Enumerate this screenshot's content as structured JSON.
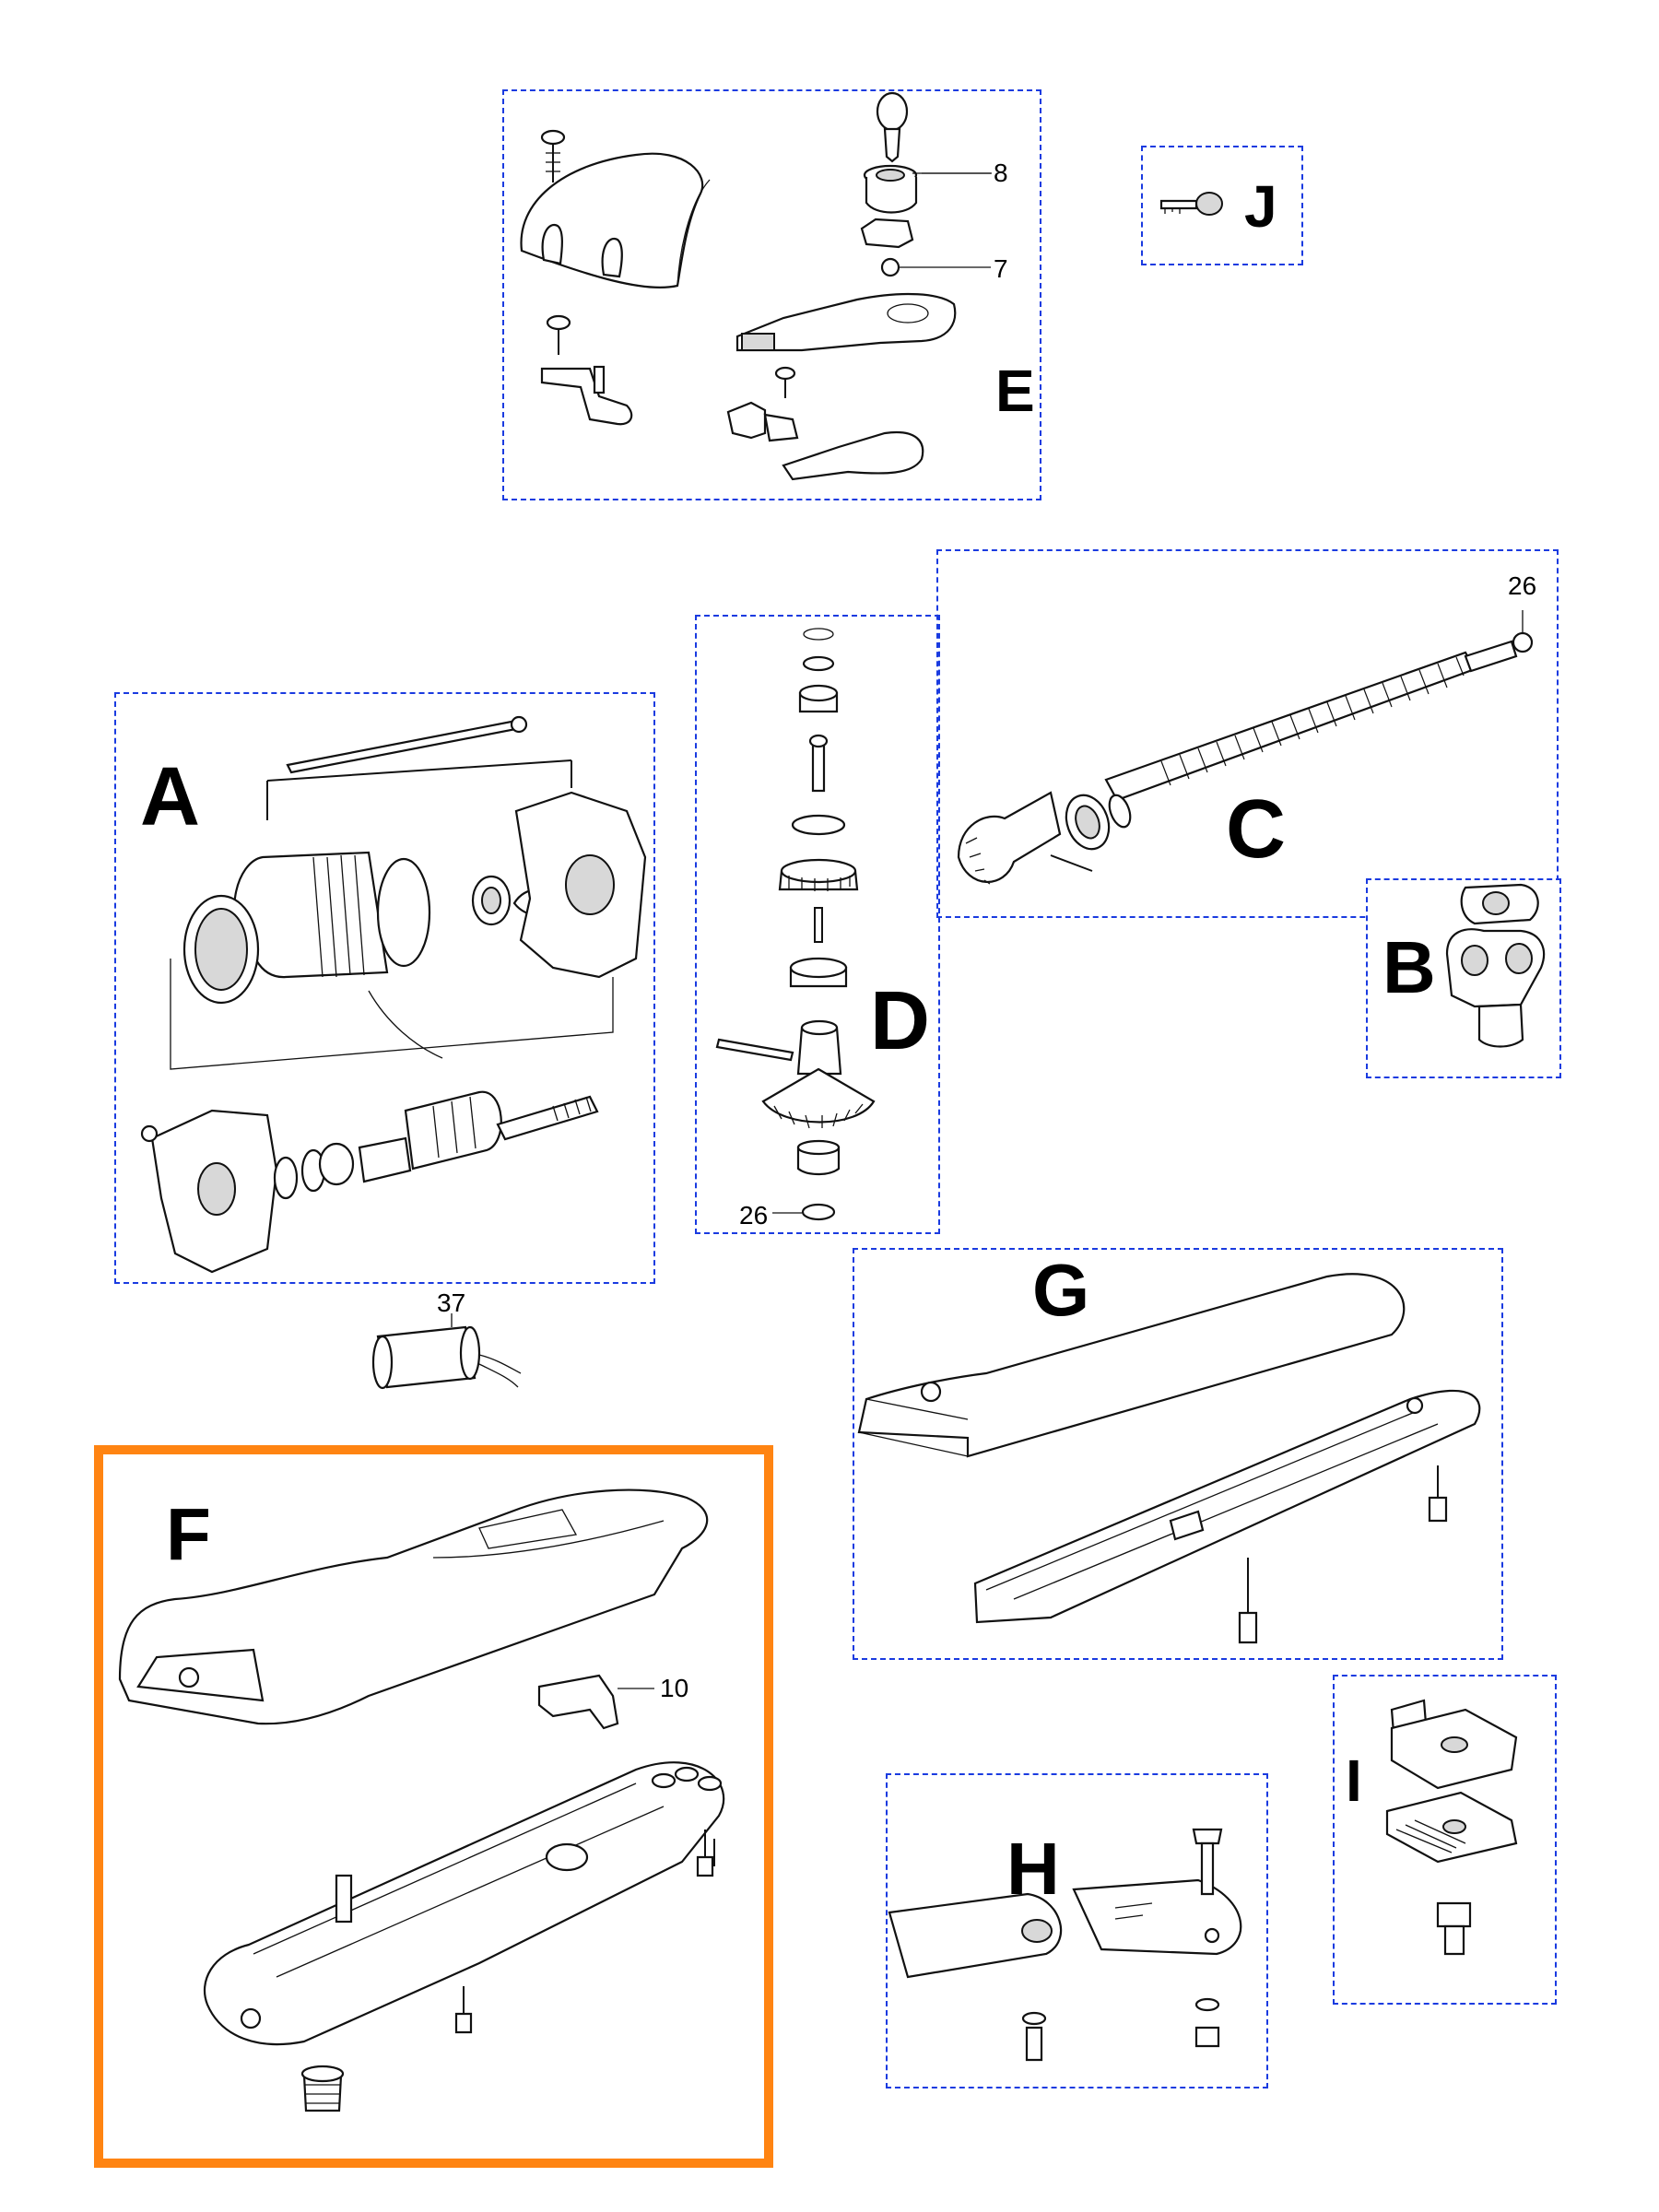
{
  "groups": {
    "A": {
      "label": "A"
    },
    "B": {
      "label": "B"
    },
    "C": {
      "label": "C"
    },
    "D": {
      "label": "D"
    },
    "E": {
      "label": "E"
    },
    "F": {
      "label": "F"
    },
    "G": {
      "label": "G"
    },
    "H": {
      "label": "H"
    },
    "I": {
      "label": "I"
    },
    "J": {
      "label": "J"
    }
  },
  "callouts": {
    "e_8": "8",
    "e_7": "7",
    "c_26": "26",
    "d_26": "26",
    "cap_37": "37",
    "f_10": "10"
  },
  "colors": {
    "dashed_border": "#1a3be0",
    "highlight_border": "#ff8412"
  }
}
